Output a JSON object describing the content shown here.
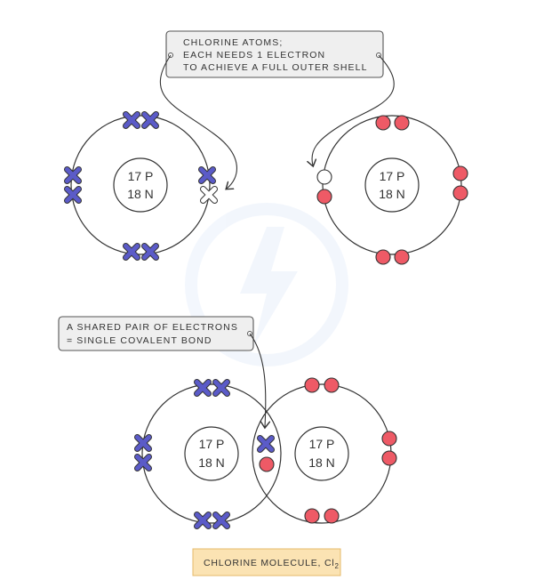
{
  "labels": {
    "top": [
      "CHLORINE ATOMS;",
      "EACH NEEDS 1 ELECTRON",
      "TO ACHIEVE A FULL OUTER SHELL"
    ],
    "middle": [
      "A SHARED PAIR OF ELECTRONS",
      "= SINGLE COVALENT BOND"
    ],
    "caption": "CHLORINE MOLECULE, Cl",
    "caption_subscript": "2"
  },
  "atoms": {
    "protons": "17 P",
    "neutrons": "18 N"
  },
  "colors": {
    "cross": "#5b5bc8",
    "dot": "#ee5a66",
    "caption_bg": "#fbe3b3",
    "caption_border": "#e6b86a",
    "label_bg": "#efefef"
  }
}
